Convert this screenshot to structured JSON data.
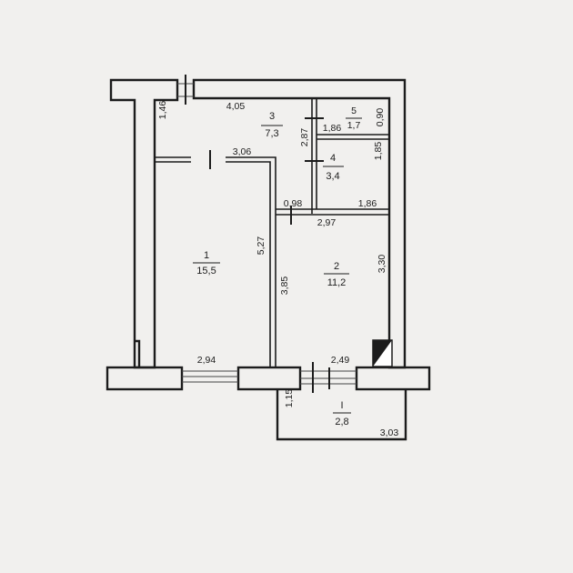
{
  "rooms": [
    {
      "number": "1",
      "area": "15,5"
    },
    {
      "number": "2",
      "area": "11,2"
    },
    {
      "number": "3",
      "area": "7,3"
    },
    {
      "number": "4",
      "area": "3,4"
    },
    {
      "number": "5",
      "area": "1,7"
    },
    {
      "number": "I",
      "area": "2,8"
    }
  ],
  "dimensions": {
    "d146": "1,46",
    "d405": "4,05",
    "d186a": "1,86",
    "d090": "0,90",
    "d287": "2,87",
    "d185": "1,85",
    "d306": "3,06",
    "d098": "0,98",
    "d186b": "1,86",
    "d297": "2,97",
    "d527": "5,27",
    "d385": "3,85",
    "d330": "3,30",
    "d294": "2,94",
    "d249": "2,49",
    "d115": "1,15",
    "d303": "3,03"
  }
}
